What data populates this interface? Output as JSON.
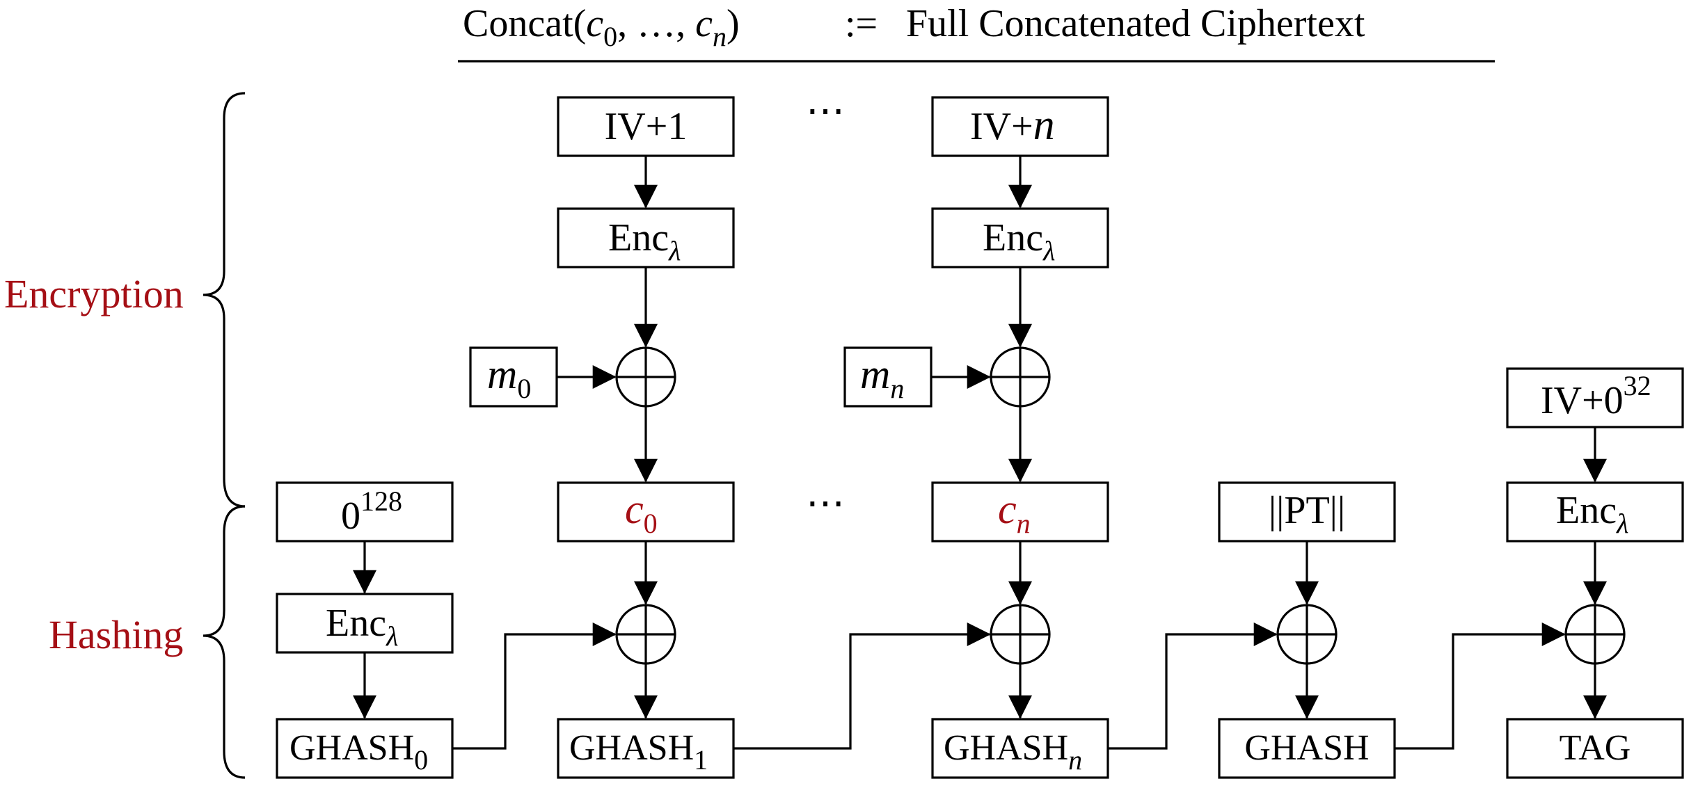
{
  "header": {
    "concat_name": "Concat(",
    "c_letter": "c",
    "sub_zero": "0",
    "sub_n": "n",
    "separator": ", ",
    "ellipsis": "…",
    "closing": ")",
    "assign": ":=",
    "description": "Full Concatenated Ciphertext"
  },
  "braces": {
    "encryption_label": "Encryption",
    "hashing_label": "Hashing"
  },
  "colors": {
    "accent": "#a50f15",
    "line": "#000000",
    "background": "#ffffff"
  },
  "encryption": {
    "ctr_1_base": "IV+1",
    "ctr_n_base": "IV+",
    "ctr_n_var": "n",
    "ctr_ellipsis": "⋯",
    "enc_name": "Enc",
    "enc_sub": "λ",
    "m_letter": "m",
    "m0_sub": "0",
    "mn_sub": "n",
    "c_letter": "c",
    "c0_sub": "0",
    "cn_sub": "n",
    "c_ellipsis": "⋯",
    "xor_symbol": "xor-plus-icon"
  },
  "hashing": {
    "zero_base": "0",
    "zero_exp": "128",
    "ghash_name": "GHASH",
    "g0_sub": "0",
    "g1_sub": "1",
    "gn_sub": "n",
    "pt_len": "||PT||",
    "tag_iv_base": "IV+0",
    "tag_iv_exp": "32",
    "tag_label": "TAG"
  }
}
